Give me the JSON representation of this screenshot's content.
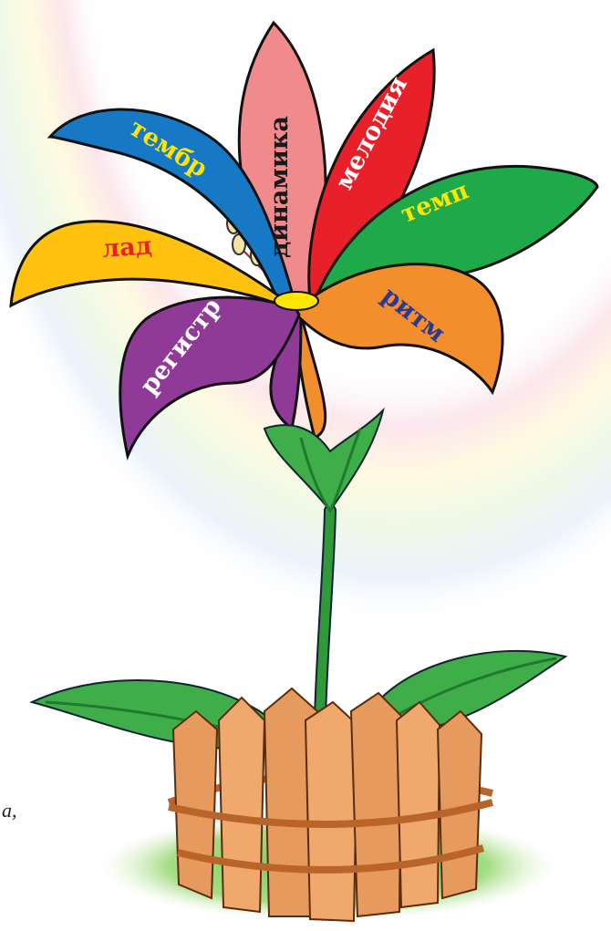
{
  "petals": [
    {
      "key": "dynamics",
      "label": "динамика",
      "color": "#f08a8c",
      "text_color": "#1a1a1a"
    },
    {
      "key": "melody",
      "label": "мелодия",
      "color": "#e8202a",
      "text_color": "#ffffff"
    },
    {
      "key": "timbre",
      "label": "тембр",
      "color": "#1779c6",
      "text_color": "#ffe600"
    },
    {
      "key": "tempo",
      "label": "темп",
      "color": "#1eaa4a",
      "text_color": "#ffe600"
    },
    {
      "key": "mode",
      "label": "лад",
      "color": "#ffc20e",
      "text_color": "#e8202a"
    },
    {
      "key": "rhythm",
      "label": "ритм",
      "color": "#f28f2c",
      "text_color": "#2b3990"
    },
    {
      "key": "register",
      "label": "регистр",
      "color": "#8e3a96",
      "text_color": "#ffffff"
    }
  ],
  "margin_fragment": "а,",
  "colors": {
    "stem": "#2f9a3a",
    "leaf": "#3fae49",
    "leaf_dark": "#1f7a2e",
    "fence": "#e79a5e",
    "fence_dark": "#b8642a",
    "grass": "#8fd16a",
    "center": "#ffe600",
    "anther": "#f3e3a6"
  },
  "icons": [
    "flower-illustration",
    "leaf-icon",
    "fence-illustration"
  ]
}
